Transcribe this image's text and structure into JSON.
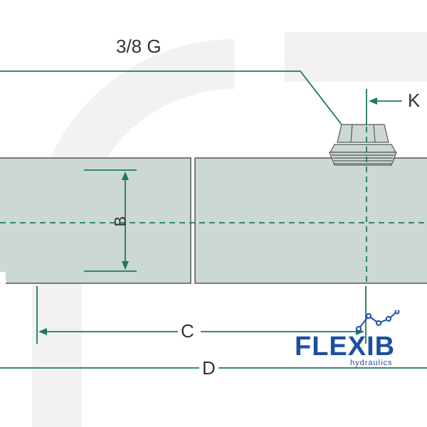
{
  "labels": {
    "port": "3/8 G",
    "k": "K",
    "b": "B",
    "c": "C",
    "d": "D"
  },
  "logo": {
    "word": "FLEXIB",
    "tagline": "hydraulics"
  },
  "colors": {
    "body_fill": "#ccd8d5",
    "outline": "#555555",
    "dimension": "#1e7a5a",
    "logo": "#1d4fa0",
    "watermark": "#f1f1f1"
  }
}
